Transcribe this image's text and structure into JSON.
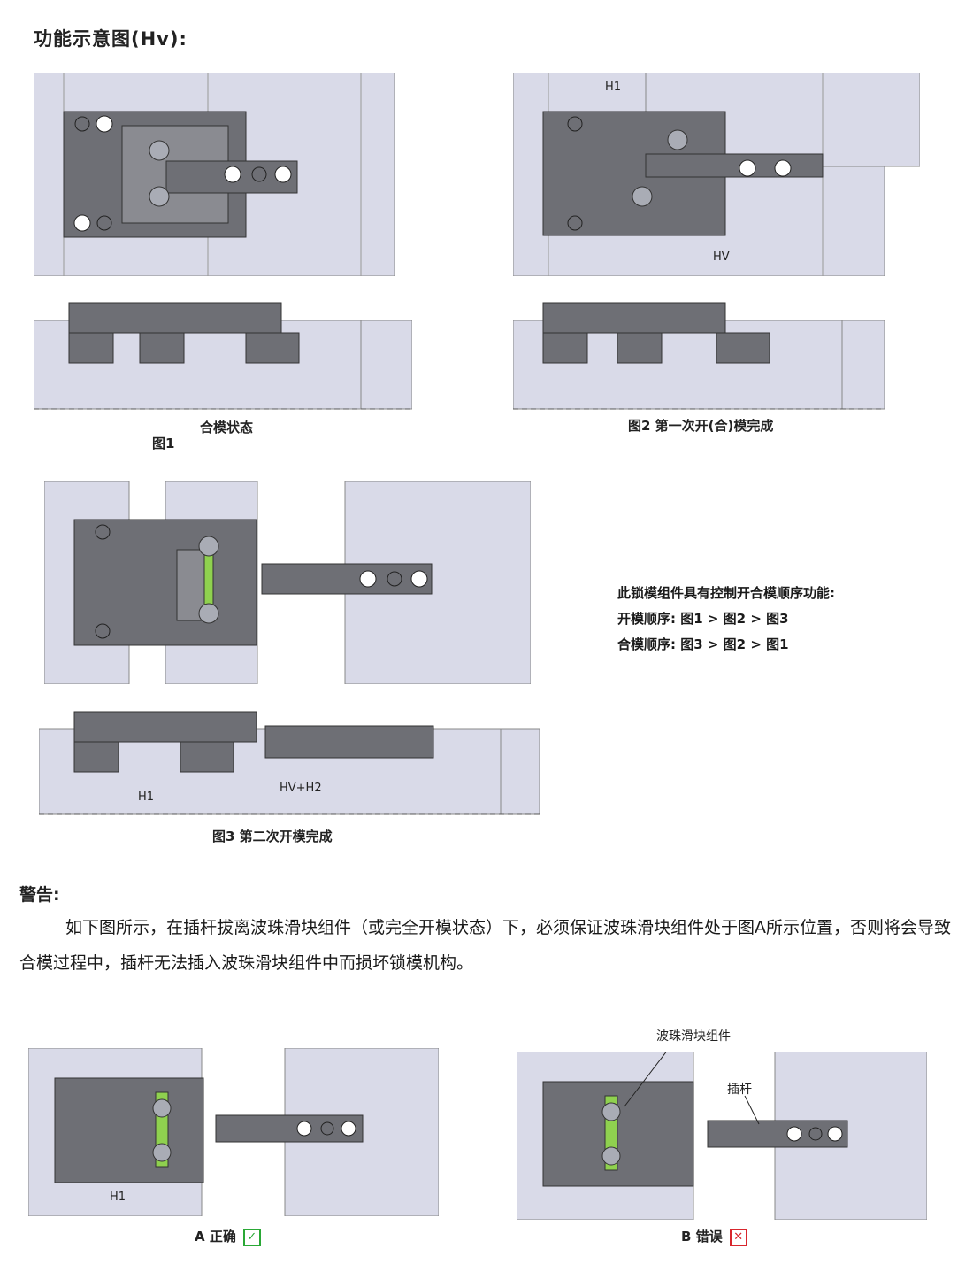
{
  "title": "功能示意图(Hv):",
  "fig1": {
    "state": "合模状态",
    "name": "图1"
  },
  "fig2": {
    "caption": "图2 第一次开(合)模完成",
    "h1": "H1",
    "hv": "HV"
  },
  "fig3": {
    "caption": "图3 第二次开模完成",
    "h1": "H1",
    "hvh2": "HV+H2"
  },
  "sequence": {
    "heading": "此锁模组件具有控制开合模顺序功能:",
    "open": "开模顺序: 图1 > 图2 > 图3",
    "close": "合模顺序: 图3 > 图2 > 图1"
  },
  "warning": {
    "heading": "警告:",
    "text": "如下图所示，在插杆拔离波珠滑块组件（或完全开模状态）下，必须保证波珠滑块组件处于图A所示位置，否则将会导致合模过程中，插杆无法插入波珠滑块组件中而损坏锁模机构。"
  },
  "figA": {
    "caption": "A 正确",
    "h1": "H1",
    "mark": "✓"
  },
  "figB": {
    "caption": "B 错误",
    "mark": "✕",
    "label_slider": "波珠滑块组件",
    "label_pin": "插杆"
  },
  "colors": {
    "plate": "#d9dae8",
    "block": "#6e6f75",
    "ball": "#a9acb5",
    "spring": "#8fd14f"
  }
}
